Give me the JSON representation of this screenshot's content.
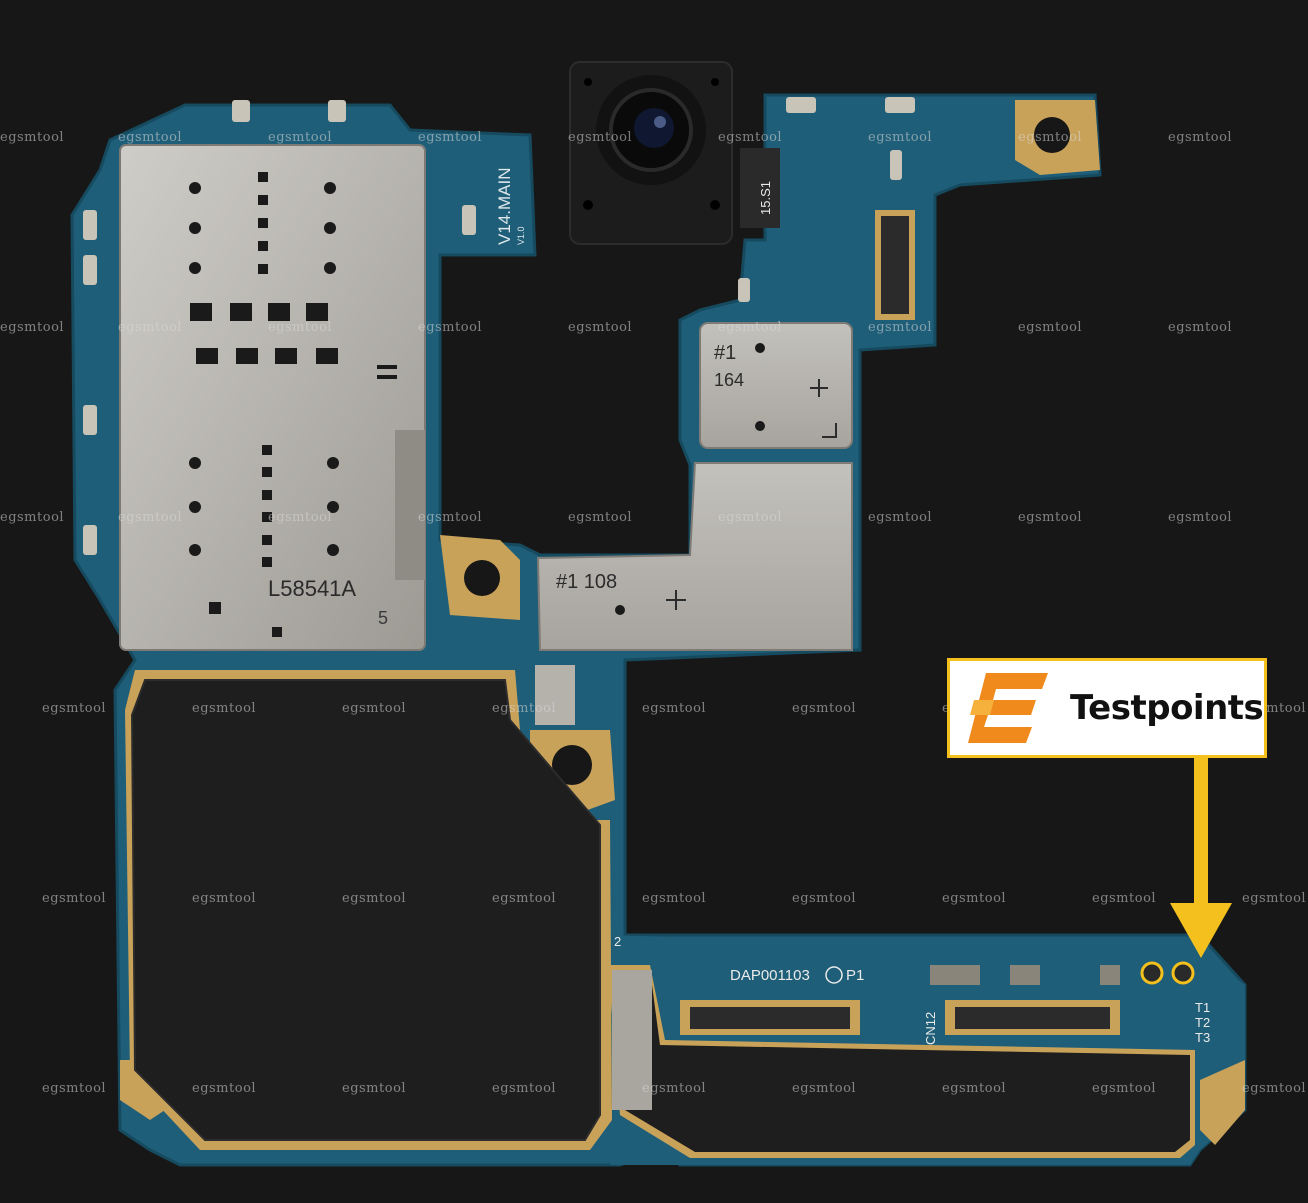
{
  "watermark": "egsmtool",
  "badge": {
    "label": "Testpoints",
    "accent": "#f3c01d",
    "logo_color": "#f08a1c"
  },
  "board_text": {
    "rev": "V14.MAIN",
    "rev_sub": "V1.0",
    "sim_tray": "L58541A",
    "sim_num": "5",
    "shield_a": "#1",
    "shield_a_num": "164",
    "shield_b": "#1  108",
    "flex_label": "15.S1",
    "part_no": "DAP001103",
    "part_suffix": "P1",
    "conn": "CN12",
    "test_points": [
      "T1",
      "T2",
      "T3"
    ],
    "marker": "2"
  },
  "colors": {
    "pcb": "#1f5e78",
    "gold": "#c9a25a",
    "shield": "#b9b6b0",
    "black": "#1e1e1e",
    "highlight": "#f3c01d"
  }
}
